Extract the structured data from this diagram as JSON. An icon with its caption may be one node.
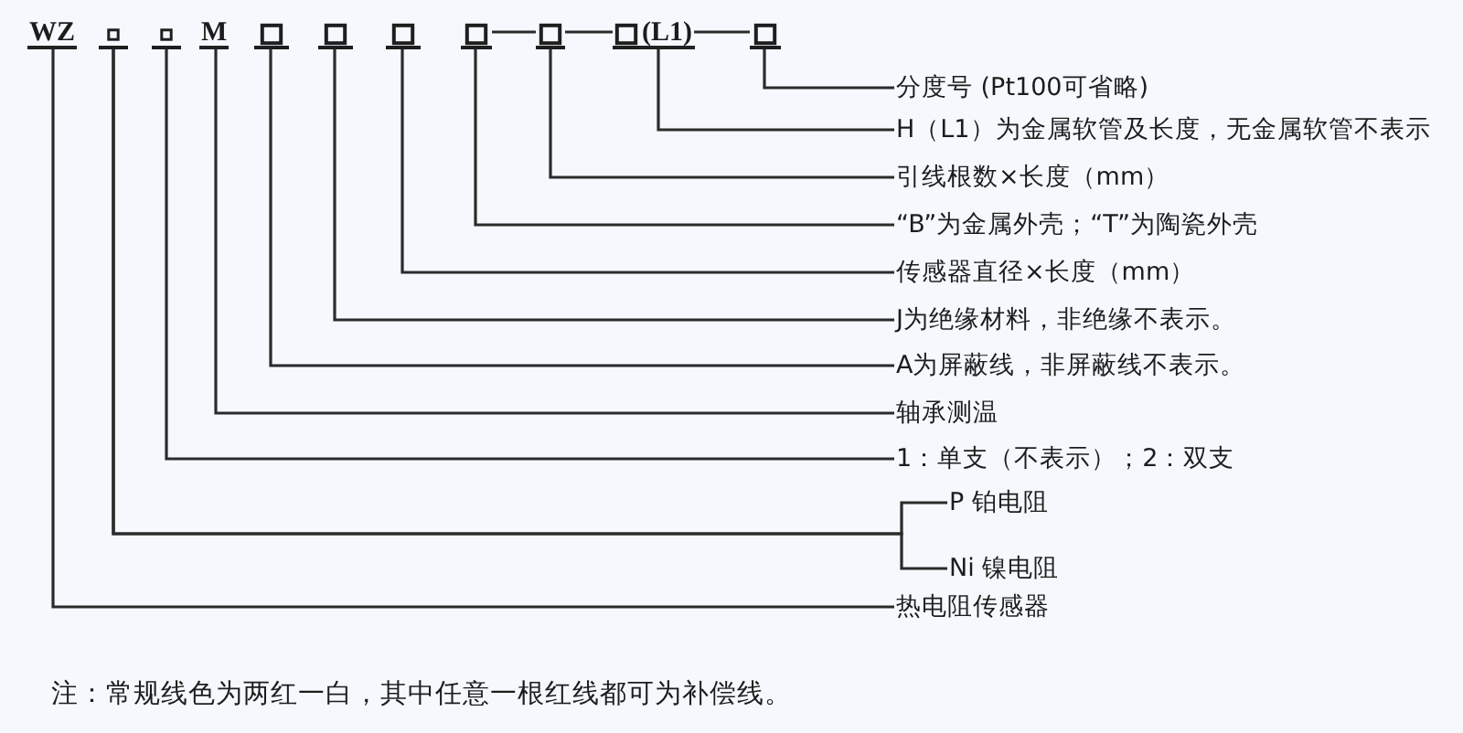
{
  "diagram": {
    "nodes": [
      {
        "text": [
          "WZ"
        ]
      },
      {
        "text": [],
        "shape": "box"
      },
      {
        "text": [],
        "shape": "box"
      },
      {
        "text": [
          "M"
        ]
      },
      {
        "text": [],
        "shape": "box"
      },
      {
        "text": [],
        "shape": "box"
      },
      {
        "text": [],
        "shape": "box"
      },
      {
        "text": [],
        "shape": "box"
      },
      {
        "text": [],
        "shape": "box"
      },
      {
        "text": [],
        "shape": "box"
      },
      {
        "text": [
          "(L1)"
        ]
      },
      {
        "text": [],
        "shape": "box"
      },
      {
        "text": [
          "分度号 (Pt100可省略)"
        ]
      },
      {
        "text": [
          "H（L1）为金属软管及长度，无金属软管不表示"
        ]
      },
      {
        "text": [
          "引线根数×长度（mm）"
        ]
      },
      {
        "text": [
          "“B”为金属外壳；“T”为陶瓷外壳"
        ]
      },
      {
        "text": [
          "传感器直径×长度（mm）"
        ]
      },
      {
        "text": [
          "J为绝缘材料，非绝缘不表示。"
        ]
      },
      {
        "text": [
          "A为屏蔽线，非屏蔽线不表示。"
        ]
      },
      {
        "text": [
          "轴承测温"
        ]
      },
      {
        "text": [
          "1：单支（不表示）；2：双支"
        ]
      },
      {
        "text": [
          "P 铂电阻"
        ]
      },
      {
        "text": [
          "Ni 镍电阻"
        ]
      },
      {
        "text": [
          "热电阻传感器"
        ]
      }
    ],
    "edges": [
      {
        "from": 7,
        "to": 8,
        "arrow": "none"
      },
      {
        "from": 8,
        "to": 9,
        "arrow": "none"
      },
      {
        "from": 10,
        "to": 11,
        "arrow": "none"
      },
      {
        "from": 11,
        "to": 12,
        "arrow": "none"
      },
      {
        "from": 10,
        "to": 13,
        "arrow": "none"
      },
      {
        "from": 8,
        "to": 14,
        "arrow": "none"
      },
      {
        "from": 7,
        "to": 15,
        "arrow": "none"
      },
      {
        "from": 6,
        "to": 16,
        "arrow": "none"
      },
      {
        "from": 5,
        "to": 17,
        "arrow": "none"
      },
      {
        "from": 4,
        "to": 18,
        "arrow": "none"
      },
      {
        "from": 3,
        "to": 19,
        "arrow": "none"
      },
      {
        "from": 2,
        "to": 20,
        "arrow": "none"
      },
      {
        "from": 1,
        "to": 21,
        "arrow": "none"
      },
      {
        "from": 1,
        "to": 22,
        "arrow": "none"
      },
      {
        "from": 0,
        "to": 23,
        "arrow": "none"
      }
    ],
    "labels": [
      "注：常规线色为两红一白，其中任意一根红线都可为补偿线。"
    ]
  }
}
